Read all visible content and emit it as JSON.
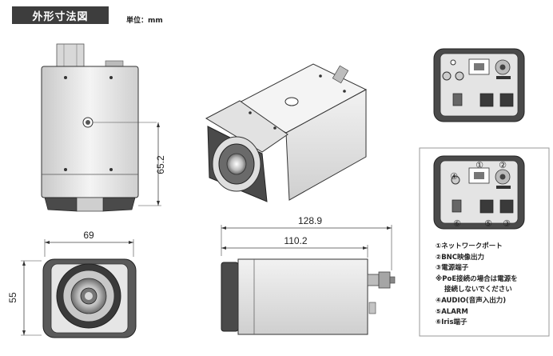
{
  "header": {
    "title": "外形寸法図",
    "unit": "単位：mm"
  },
  "dimensions": {
    "height": "65.2",
    "width": "69",
    "front_height": "55",
    "total_length": "128.9",
    "body_length": "110.2"
  },
  "terminal_callouts": [
    "①",
    "②",
    "④",
    "⑥",
    "⑤",
    "③"
  ],
  "legend": [
    "①ネットワークポート",
    "②BNC映像出力",
    "③電源端子",
    "※PoE接続の場合は電源を",
    "接続しないでください",
    "④AUDIO(音声入出力)",
    "⑤ALARM",
    "⑥Iris端子"
  ],
  "colors": {
    "header_bg": "#3d3d3d",
    "line": "#333333",
    "body_fill": "#e9e9e9",
    "dark_fill": "#4a4a4a"
  }
}
